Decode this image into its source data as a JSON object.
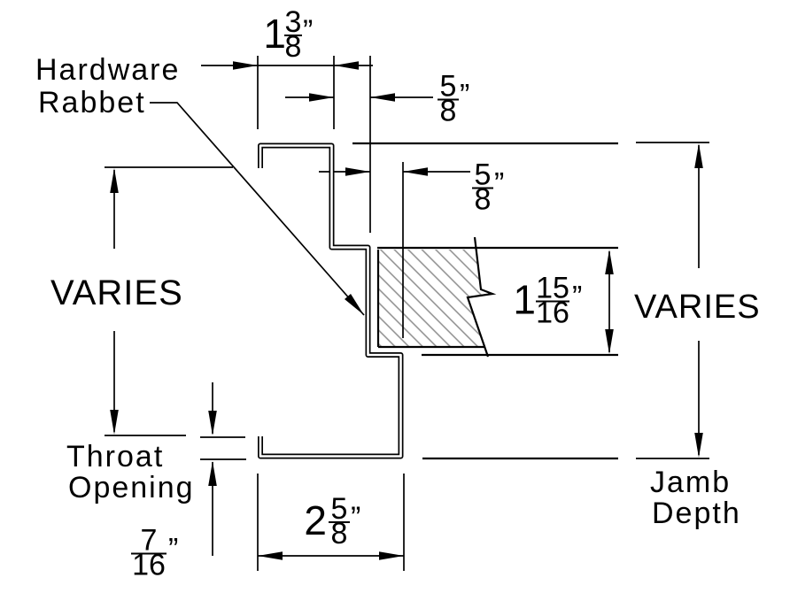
{
  "labels": {
    "hardware_rabbet": {
      "line1": "Hardware",
      "line2": "Rabbet"
    },
    "throat_opening": {
      "line1": "Throat",
      "line2": "Opening"
    },
    "jamb_depth": {
      "line1": "Jamb",
      "line2": "Depth"
    },
    "varies_left": "VARIES",
    "varies_right": "VARIES"
  },
  "dimensions": {
    "face_width": {
      "whole": "1",
      "numerator": "3",
      "denominator": "8",
      "unit": "”"
    },
    "hardware_rabbet_width": {
      "numerator": "5",
      "denominator": "8",
      "unit": "”"
    },
    "stop_width": {
      "numerator": "5",
      "denominator": "8",
      "unit": "”"
    },
    "door_rabbet_depth": {
      "whole": "1",
      "numerator": "15",
      "denominator": "16",
      "unit": "”"
    },
    "backbend_return": {
      "numerator": "7",
      "denominator": "16",
      "unit": "”"
    },
    "backbend_width": {
      "whole": "2",
      "numerator": "5",
      "denominator": "8",
      "unit": "”"
    }
  },
  "colors": {
    "line": "#000000",
    "hatch_line": "#8c8c8c",
    "background": "#ffffff"
  }
}
